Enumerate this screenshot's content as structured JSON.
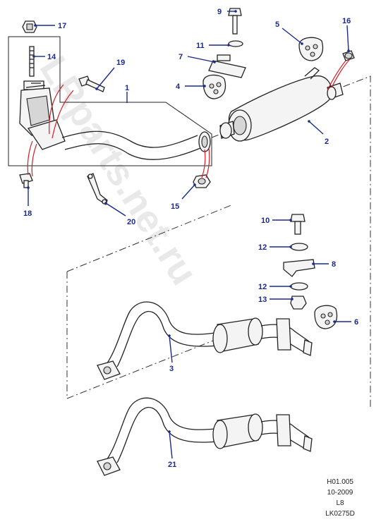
{
  "watermark": "LRparts.net.ru",
  "reference": {
    "code": "H01.005",
    "date": "10-2009",
    "variant": "L8",
    "illustration": "LK0275D"
  },
  "callouts": [
    {
      "id": "1",
      "label": "1"
    },
    {
      "id": "2",
      "label": "2"
    },
    {
      "id": "3",
      "label": "3"
    },
    {
      "id": "4",
      "label": "4"
    },
    {
      "id": "5",
      "label": "5"
    },
    {
      "id": "6",
      "label": "6"
    },
    {
      "id": "7",
      "label": "7"
    },
    {
      "id": "8",
      "label": "8"
    },
    {
      "id": "9",
      "label": "9"
    },
    {
      "id": "10",
      "label": "10"
    },
    {
      "id": "11",
      "label": "11"
    },
    {
      "id": "12a",
      "label": "12"
    },
    {
      "id": "12b",
      "label": "12"
    },
    {
      "id": "13",
      "label": "13"
    },
    {
      "id": "14",
      "label": "14"
    },
    {
      "id": "15",
      "label": "15"
    },
    {
      "id": "16",
      "label": "16"
    },
    {
      "id": "17",
      "label": "17"
    },
    {
      "id": "18",
      "label": "18"
    },
    {
      "id": "19",
      "label": "19"
    },
    {
      "id": "20",
      "label": "20"
    },
    {
      "id": "21",
      "label": "21"
    }
  ],
  "colors": {
    "callout": "#1a2a8c",
    "highlight": "#d0202a",
    "line": "#222222"
  }
}
